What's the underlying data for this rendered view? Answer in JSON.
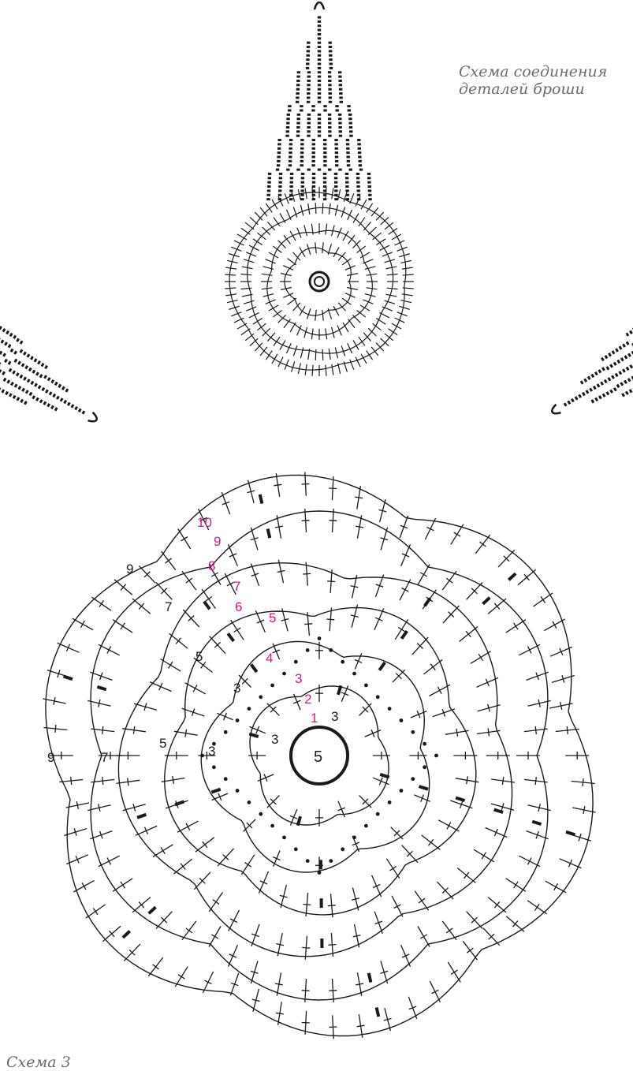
{
  "captions": {
    "joining_line1": "Схема соединения",
    "joining_line2": "деталей броши",
    "scheme": "Схема 3"
  },
  "flower": {
    "center_label": "5",
    "round_labels_black": [
      "3",
      "3",
      "3",
      "3",
      "5",
      "5",
      "7",
      "7",
      "9",
      "9"
    ],
    "round_labels_pink": [
      "1",
      "2",
      "3",
      "4",
      "5",
      "6",
      "7",
      "8",
      "9",
      "10"
    ]
  },
  "colors": {
    "ink": "#1a1a1a",
    "pink": "#e0148a",
    "caption": "#6b6b6b",
    "background": "#ffffff"
  }
}
